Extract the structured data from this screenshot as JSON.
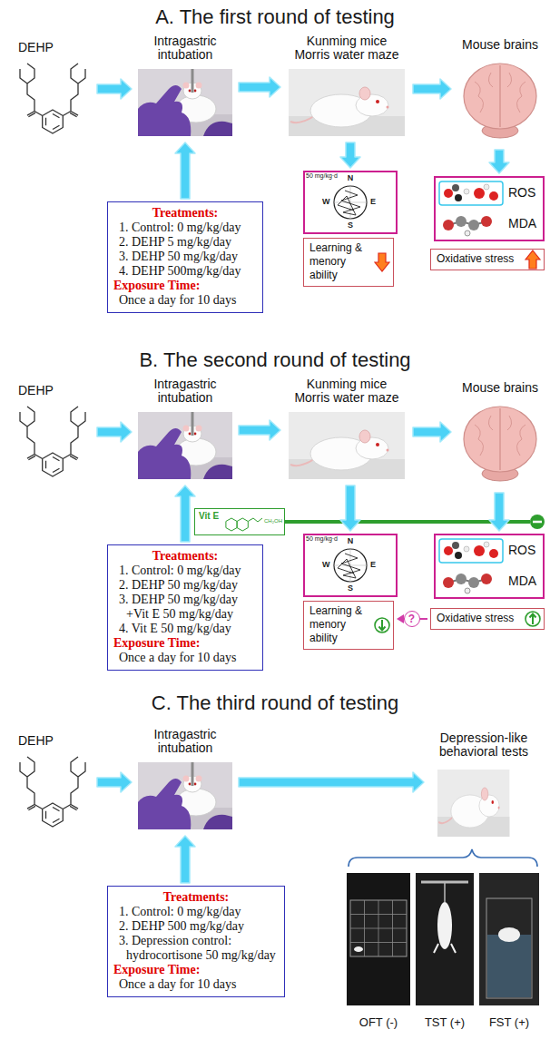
{
  "diagram": {
    "nodes": [
      {
        "text": [
          "DEHP"
        ]
      },
      {
        "text": [
          "Intragastric intubation"
        ]
      },
      {
        "text": [
          "Kunming mice Morris water maze"
        ]
      },
      {
        "text": [
          "Mouse brains"
        ]
      },
      {
        "text": [
          "Treatments:",
          "1. Control: 0 mg/kg/day",
          "2. DEHP 5 mg/kg/day",
          "3. DEHP 50 mg/kg/day",
          "4. DEHP 500mg/kg/day",
          "Exposure Time:",
          "Once a day for 10 days"
        ]
      },
      {
        "text": [
          "50 mg/kg·d",
          "N",
          "W",
          "E",
          "S"
        ]
      },
      {
        "text": [
          "Learning & menory ability"
        ]
      },
      {
        "text": [
          "ROS",
          "MDA"
        ]
      },
      {
        "text": [
          "Oxidative stress"
        ]
      },
      {
        "text": [
          "DEHP"
        ]
      },
      {
        "text": [
          "Intragastric intubation"
        ]
      },
      {
        "text": [
          "Kunming mice Morris water maze"
        ]
      },
      {
        "text": [
          "Mouse brains"
        ]
      },
      {
        "text": [
          "Vit E"
        ]
      },
      {
        "text": [
          "Treatments:",
          "1. Control: 0 mg/kg/day",
          "2. DEHP 50 mg/kg/day",
          "3. DEHP 50 mg/kg/day +Vit E 50 mg/kg/day",
          "4. Vit E 50 mg/kg/day",
          "Exposure Time:",
          "Once a day for 10 days"
        ]
      },
      {
        "text": [
          "50 mg/kg·d",
          "N",
          "W",
          "E",
          "S"
        ]
      },
      {
        "text": [
          "Learning & menory ability"
        ]
      },
      {
        "text": [
          "ROS",
          "MDA"
        ]
      },
      {
        "text": [
          "Oxidative stress"
        ]
      },
      {
        "text": [
          "DEHP"
        ]
      },
      {
        "text": [
          "Intragastric intubation"
        ]
      },
      {
        "text": [
          "Depression-like behavioral tests"
        ]
      },
      {
        "text": [
          "Treatments:",
          "1. Control: 0 mg/kg/day",
          "2. DEHP 500 mg/kg/day",
          "3. Depression control: hydrocortisone 50 mg/kg/day",
          "Exposure Time:",
          "Once a day for 10 days"
        ]
      },
      {
        "text": [
          "OFT (-)"
        ]
      },
      {
        "text": [
          "TST (+)"
        ]
      },
      {
        "text": [
          "FST (+)"
        ]
      }
    ],
    "edges": [
      {
        "from": 0,
        "to": 1,
        "arrow": "to"
      },
      {
        "from": 1,
        "to": 2,
        "arrow": "to"
      },
      {
        "from": 2,
        "to": 3,
        "arrow": "to"
      },
      {
        "from": 4,
        "to": 1,
        "arrow": "to"
      },
      {
        "from": 2,
        "to": 5,
        "arrow": "to"
      },
      {
        "from": 3,
        "to": 7,
        "arrow": "to"
      },
      {
        "from": 9,
        "to": 10,
        "arrow": "to"
      },
      {
        "from": 10,
        "to": 11,
        "arrow": "to"
      },
      {
        "from": 11,
        "to": 12,
        "arrow": "to"
      },
      {
        "from": 14,
        "to": 10,
        "arrow": "to"
      },
      {
        "from": 11,
        "to": 15,
        "arrow": "to"
      },
      {
        "from": 12,
        "to": 17,
        "arrow": "to"
      },
      {
        "from": 18,
        "to": 16,
        "arrow": "to",
        "label": "?"
      },
      {
        "from": 19,
        "to": 20,
        "arrow": "to"
      },
      {
        "from": 20,
        "to": 21,
        "arrow": "to"
      },
      {
        "from": 22,
        "to": 20,
        "arrow": "to"
      }
    ],
    "labels": [
      "A. The first round of testing",
      "B. The second round of testing",
      "CH₂OH",
      "C. The third round of testing"
    ]
  }
}
